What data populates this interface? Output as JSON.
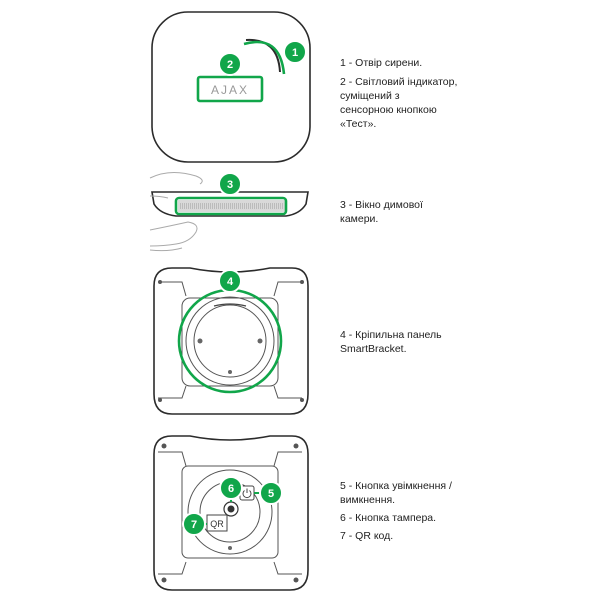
{
  "accent_color": "#11a64a",
  "logo_text": "AJAX",
  "qr_label": "QR",
  "callouts": [
    {
      "num": "1",
      "lines": [
        "1 - Отвір сирени."
      ]
    },
    {
      "num": "2",
      "lines": [
        "2 - Світловий індикатор,",
        "суміщений з",
        "сенсорною кнопкою",
        "«Тест»."
      ]
    },
    {
      "num": "3",
      "lines": [
        "3 - Вікно димової",
        "камери."
      ]
    },
    {
      "num": "4",
      "lines": [
        "4 - Кріпильна панель",
        "SmartBracket."
      ]
    },
    {
      "num": "5",
      "lines": [
        "5 - Кнопка увімкнення /",
        "вимкнення."
      ]
    },
    {
      "num": "6",
      "lines": [
        "6 - Кнопка тампера."
      ]
    },
    {
      "num": "7",
      "lines": [
        "7 - QR код."
      ]
    }
  ],
  "icons": [
    "power-icon",
    "tamper-button-icon",
    "qr-code-icon",
    "hand-illustration"
  ]
}
